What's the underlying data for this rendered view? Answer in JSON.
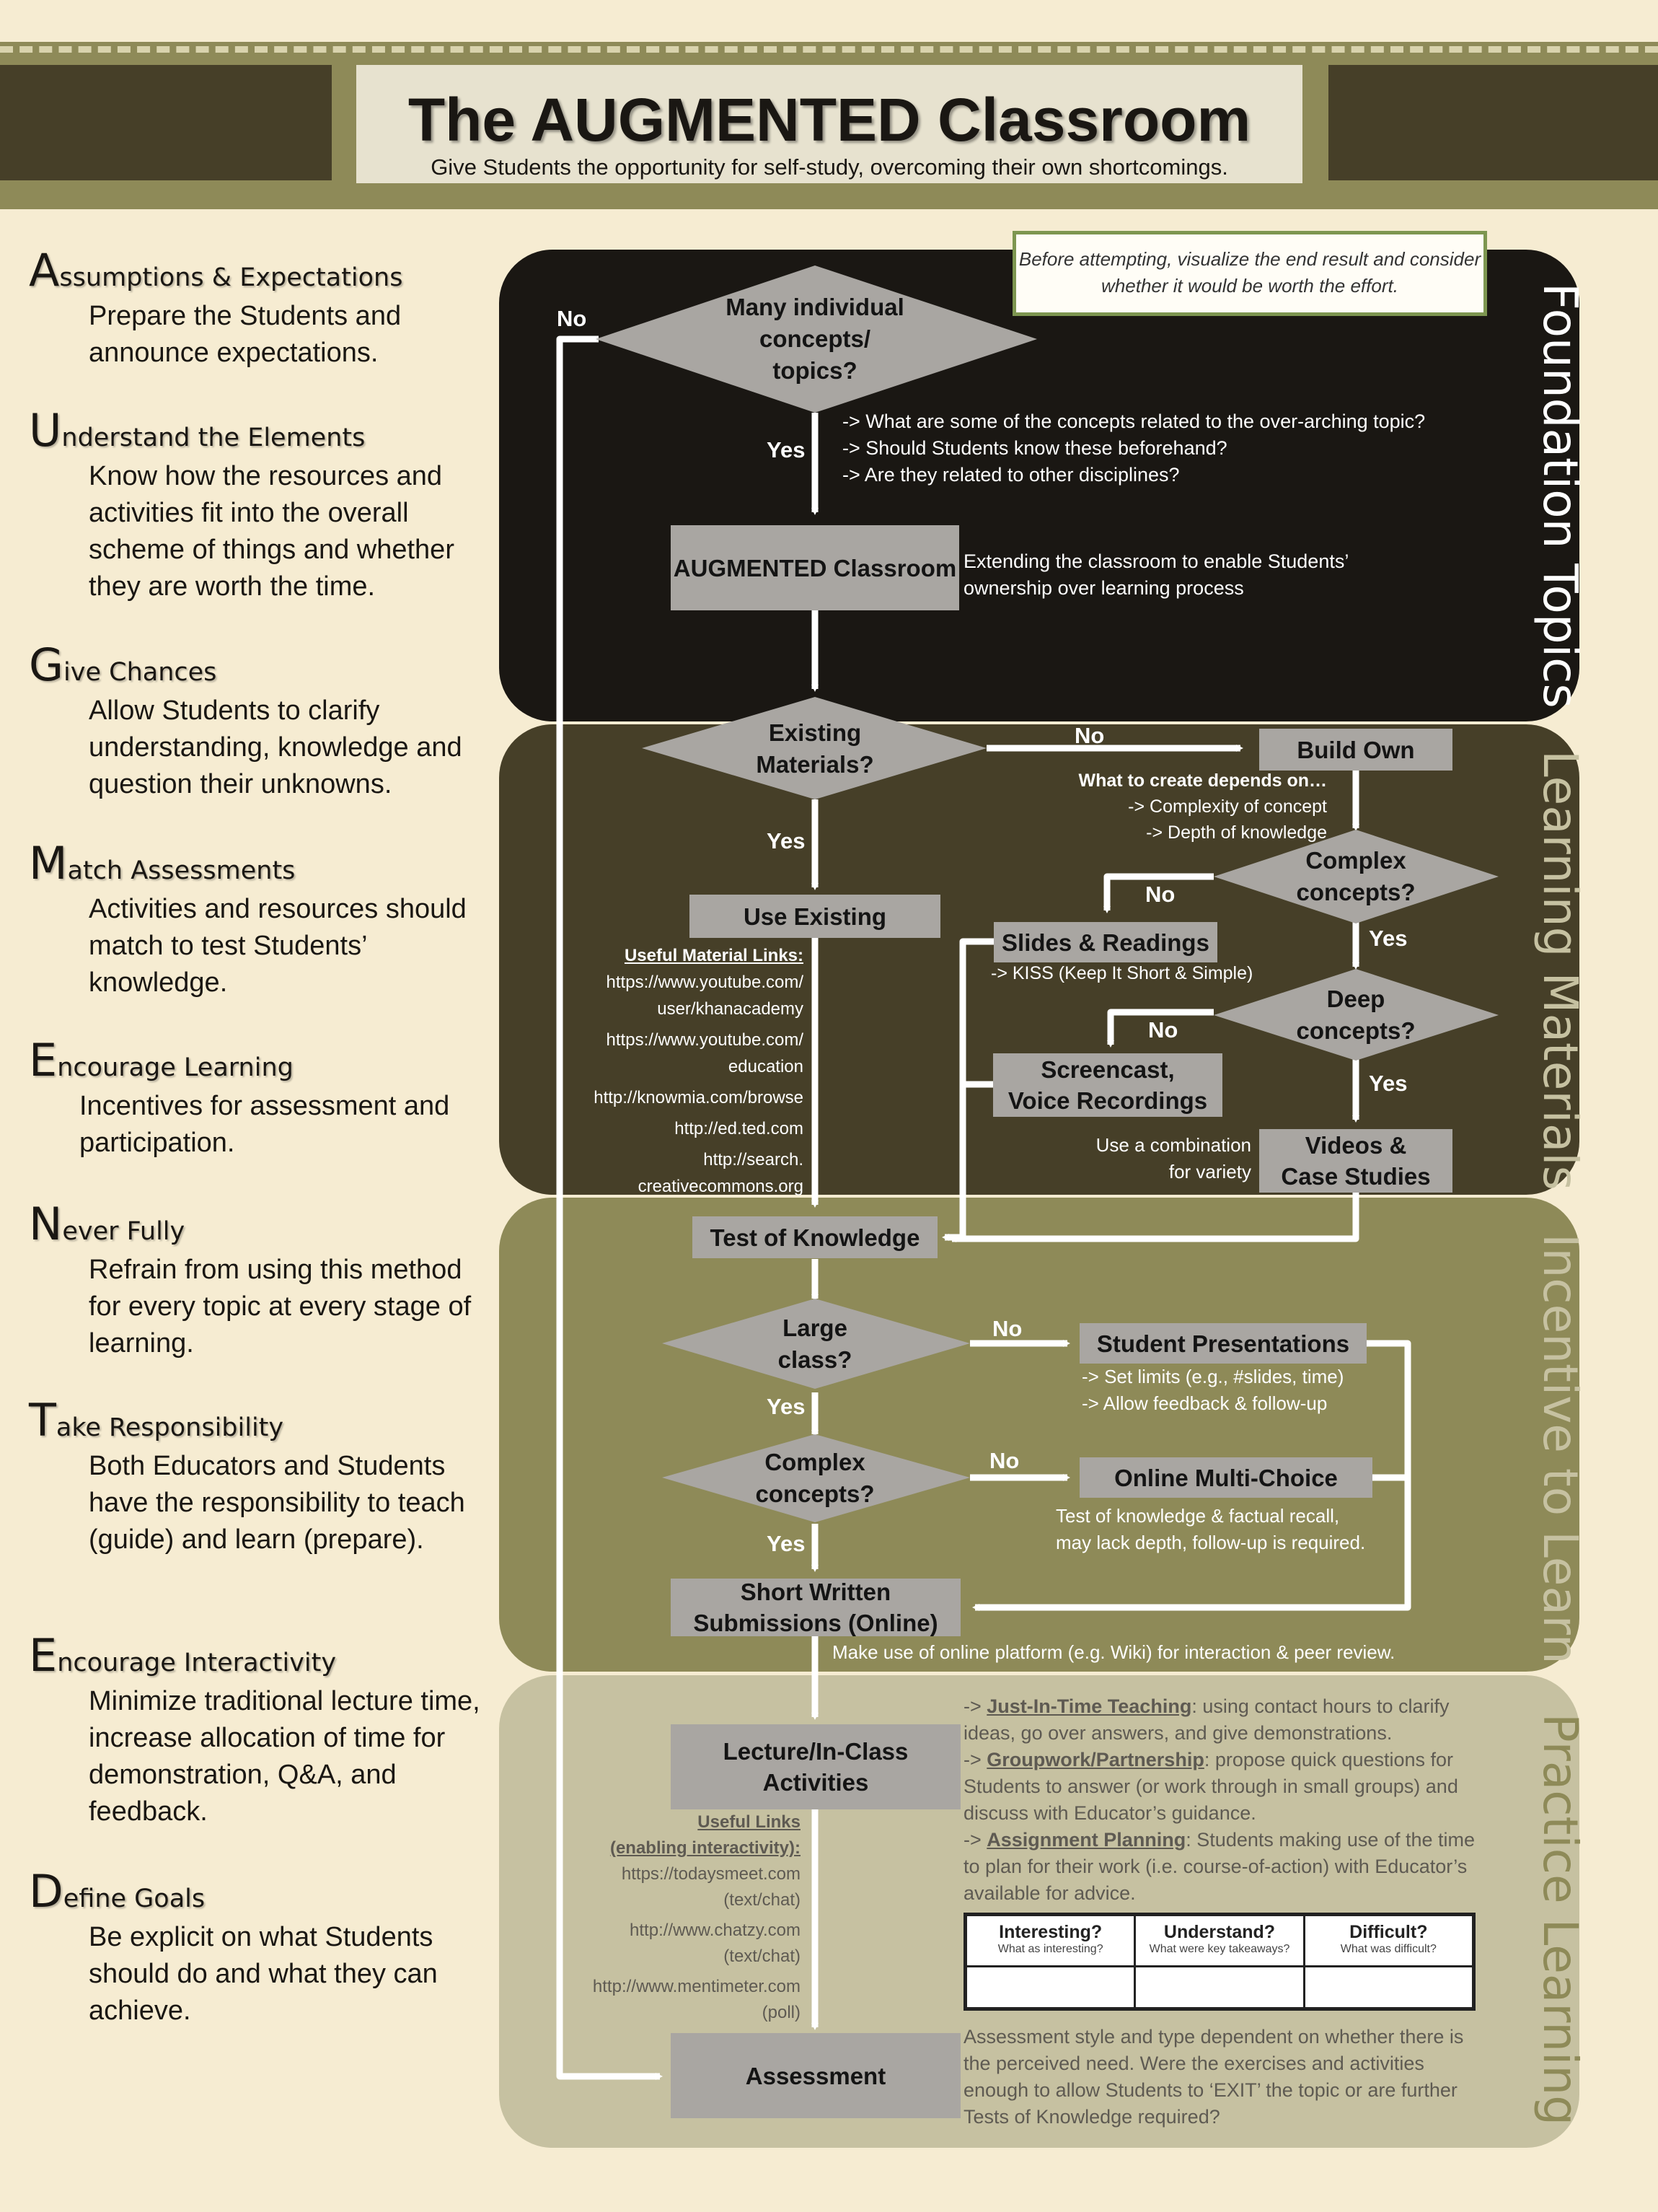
{
  "header": {
    "title": "The AUGMENTED Classroom",
    "subtitle": "Give Students the opportunity for self-study, overcoming their own shortcomings."
  },
  "steps": [
    {
      "title_first": "A",
      "title_rest": "ssumptions & Expectations",
      "desc": "Prepare the Students and announce expectations."
    },
    {
      "title_first": "U",
      "title_rest": "nderstand the Elements",
      "desc": "Know how the resources and activities fit into the overall scheme of things and whether they are worth the time."
    },
    {
      "title_first": "G",
      "title_rest": "ive Chances",
      "desc": "Allow Students to clarify understanding, knowledge and question their unknowns."
    },
    {
      "title_first": "M",
      "title_rest": "atch Assessments",
      "desc": "Activities and resources should match to test Students’ knowledge."
    },
    {
      "title_first": "E",
      "title_rest": "ncourage Learning",
      "desc": "Incentives for assessment and participation."
    },
    {
      "title_first": "N",
      "title_rest": "ever Fully",
      "desc": "Refrain from using this method for every topic at every stage of learning."
    },
    {
      "title_first": "T",
      "title_rest": "ake Responsibility",
      "desc": "Both Educators and Students have the responsibility to teach (guide) and learn (prepare)."
    },
    {
      "title_first": "E",
      "title_rest": "ncourage Interactivity",
      "desc": "Minimize traditional lecture time, increase allocation of time for demonstration, Q&A, and feedback."
    },
    {
      "title_first": "D",
      "title_rest": "efine Goals",
      "desc": "Be explicit on what Students should do and what they can achieve."
    }
  ],
  "sections": {
    "foundation": "Foundation Topics",
    "learning": "Learning Materials",
    "incentive": "Incentive to Learn",
    "practice": "Practice Learning"
  },
  "colors": {
    "foundation": "#1a1713",
    "learning": "#463f28",
    "incentive": "#8e8a58",
    "practice": "#c6c1a1",
    "box": "#a9a6a2"
  },
  "callout": "Before attempting, visualize the end result and consider whether it would be worth the effort.",
  "nodes": {
    "many_concepts": "Many individual concepts/ topics?",
    "augmented": "AUGMENTED Classroom",
    "existing": "Existing Materials?",
    "build_own": "Build Own",
    "complex1": "Complex concepts?",
    "use_existing": "Use Existing",
    "slides": "Slides & Readings",
    "deep": "Deep concepts?",
    "screencast": "Screencast, Voice Recordings",
    "videos": "Videos & Case Studies",
    "test": "Test of Knowledge",
    "large_class": "Large class?",
    "presentations": "Student Presentations",
    "complex2": "Complex concepts?",
    "online_mc": "Online Multi-Choice",
    "short_written": "Short Written Submissions (Online)",
    "lecture": "Lecture/In-Class Activities",
    "assessment": "Assessment"
  },
  "labels": {
    "yes": "Yes",
    "no": "No"
  },
  "notes": {
    "foundation_questions": [
      "-> What are some of the concepts related to the over-arching topic?",
      "-> Should Students know these beforehand?",
      "-> Are they related to other disciplines?"
    ],
    "augmented_desc": [
      "Extending the classroom to enable Students’",
      "ownership over learning process"
    ],
    "create_heading": "What to create depends on…",
    "create_items": [
      "-> Complexity of concept",
      "-> Depth of knowledge"
    ],
    "kiss": "-> KISS (Keep It  Short & Simple)",
    "combination": [
      "Use a combination",
      "for variety"
    ],
    "useful_heading": "Useful Material Links:",
    "useful_links": [
      "https://www.youtube.com/",
      "user/khanacademy",
      "https://www.youtube.com/",
      "education",
      "http://knowmia.com/browse",
      "http://ed.ted.com",
      "http://search.",
      "creativecommons.org"
    ],
    "presentation_notes": [
      "-> Set limits (e.g., #slides, time)",
      "-> Allow feedback & follow-up"
    ],
    "mc_notes": [
      "Test of knowledge & factual recall,",
      "may lack depth, follow-up is required."
    ],
    "wiki": "Make use of online platform (e.g. Wiki) for interaction & peer review.",
    "interactive_heading": [
      "Useful Links",
      "(enabling interactivity):"
    ],
    "interactive_links": [
      "https://todaysmeet.com",
      "(text/chat)",
      "http://www.chatzy.com",
      "(text/chat)",
      "http://www.mentimeter.com",
      "(poll)"
    ],
    "practice": [
      {
        "prefix": "-> ",
        "term": "Just-In-Time Teaching",
        "text": ": using contact hours to clarify ideas, go over answers, and give demonstrations."
      },
      {
        "prefix": "-> ",
        "term": "Groupwork/Partnership",
        "text": ":  propose quick questions for Students to answer (or work through in small groups) and discuss with Educator’s guidance."
      },
      {
        "prefix": "-> ",
        "term": "Assignment Planning",
        "text": ": Students making use of the time to plan for their work (i.e. course-of-action) with Educator’s available for advice."
      }
    ],
    "assessment_desc": "Assessment style and type dependent on whether there is the perceived need. Were the exercises and activities enough to allow Students to ‘EXIT’ the topic or are further Tests of Knowledge required?"
  },
  "exit_table": [
    {
      "title": "Interesting?",
      "sub": "What as interesting?"
    },
    {
      "title": "Understand?",
      "sub": "What were key takeaways?"
    },
    {
      "title": "Difficult?",
      "sub": "What was difficult?"
    }
  ]
}
